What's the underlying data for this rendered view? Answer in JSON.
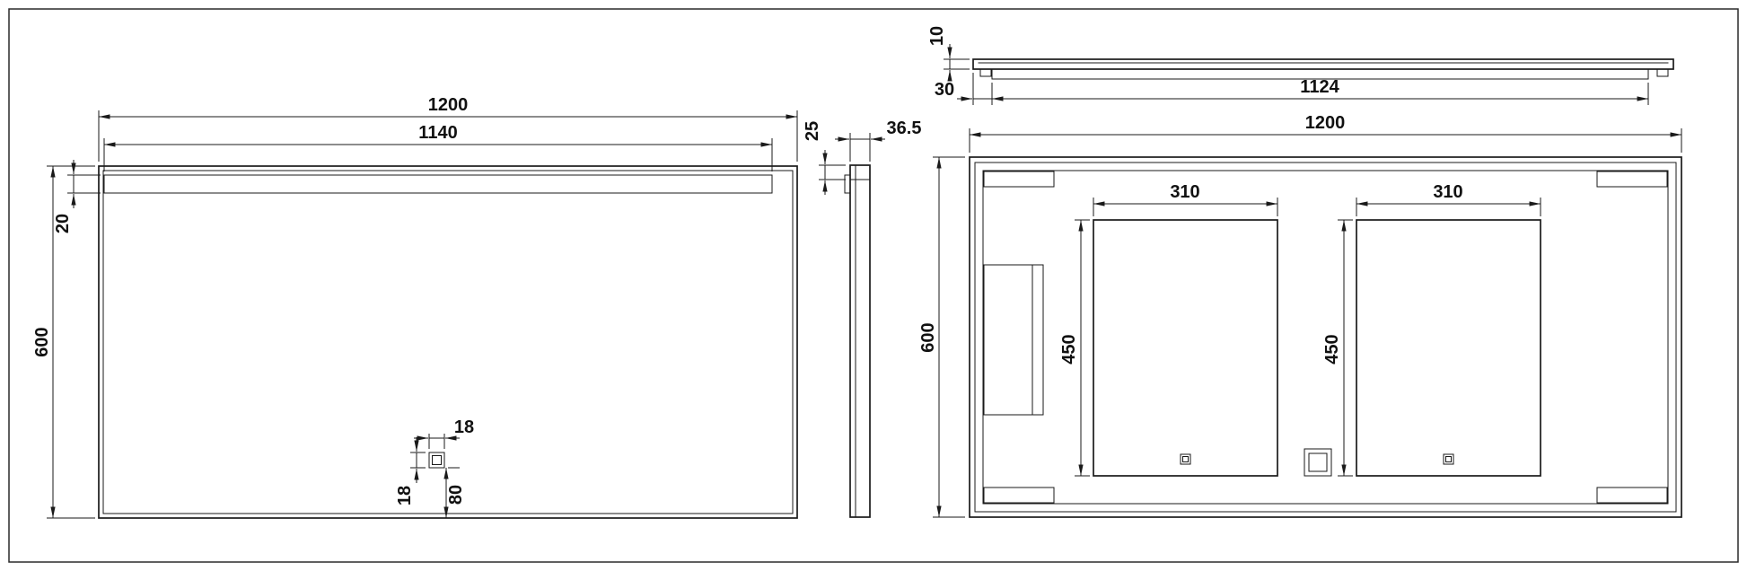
{
  "drawing": {
    "kind": "mirror-technical-drawing",
    "units": "mm",
    "colors": {
      "line": "#1a1a1a",
      "background": "#ffffff"
    },
    "front_view": {
      "width": "1200",
      "light_strip_width": "1140",
      "height": "600",
      "light_strip_height": "20",
      "sensor_width": "18",
      "sensor_height": "18",
      "sensor_bottom_offset": "80"
    },
    "side_view": {
      "top_depth": "25",
      "overall_depth": "36.5"
    },
    "top_view": {
      "ledge_thickness": "10",
      "left_offset": "30",
      "ledge_length": "1124"
    },
    "back_view": {
      "width": "1200",
      "height": "600",
      "left_plate_width": "310",
      "right_plate_width": "310",
      "left_plate_height": "450",
      "right_plate_height": "450"
    }
  }
}
